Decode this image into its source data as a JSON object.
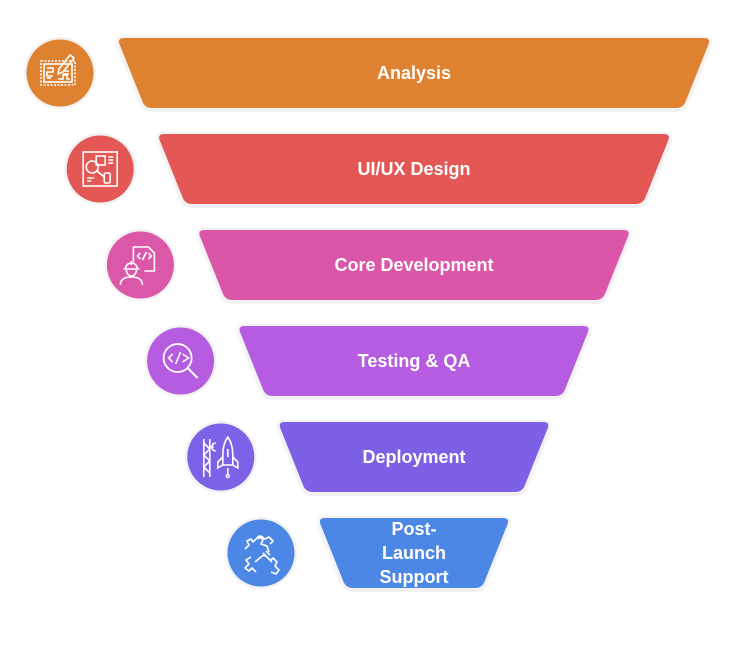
{
  "diagram": {
    "type": "funnel",
    "title": "",
    "stages": [
      {
        "label": "Analysis",
        "color": "#DE8232",
        "icon": "blueprint-pencil-icon"
      },
      {
        "label": "UI/UX Design",
        "color": "#E35855",
        "icon": "wireframe-magnifier-icon"
      },
      {
        "label": "Core Development",
        "color": "#DB57A8",
        "icon": "developer-code-icon"
      },
      {
        "label": "Testing & QA",
        "color": "#B55CE0",
        "icon": "code-search-icon"
      },
      {
        "label": "Deployment",
        "color": "#7D61E6",
        "icon": "rocket-launch-icon"
      },
      {
        "label": "Post-Launch Support",
        "color": "#4D87E6",
        "icon": "handshake-support-icon"
      }
    ]
  }
}
